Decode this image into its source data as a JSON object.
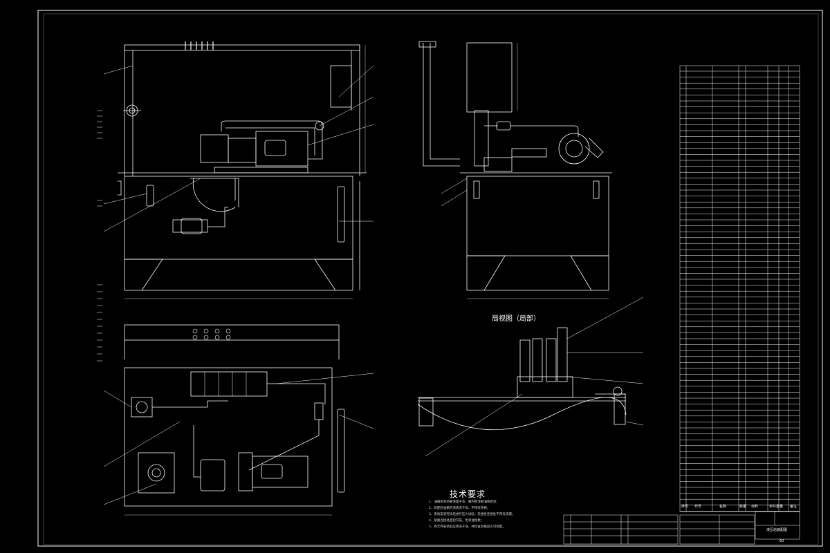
{
  "drawing": {
    "technical_requirements_title": "技术要求",
    "partial_view_title": "局视图（局部）",
    "notes": [
      "1、油箱组装前要清理干净，箱内壁涂耐油防锈漆；",
      "2、装配后油箱内须清洗干净，不得有杂物；",
      "3、系统安装完毕后进行压力试验，检查各连接处不得有渗漏；",
      "4、管路连接处密封可靠，无渗油现象；",
      "5、各元件安装前应清洗干净，并检查合格后方可装配。"
    ]
  },
  "title_block": {
    "drawing_name": "液压站装配图",
    "scale": "60",
    "bom_header": [
      "序号",
      "代号",
      "名称",
      "数量",
      "材料",
      "单件重量",
      "备注"
    ]
  }
}
